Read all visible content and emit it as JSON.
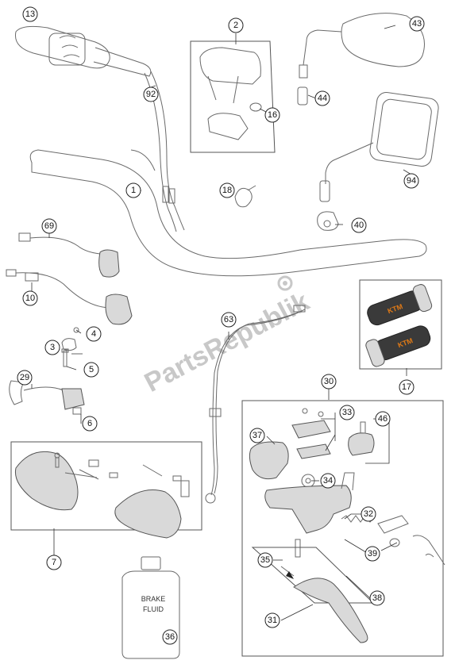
{
  "callouts": {
    "c1": "1",
    "c2": "2",
    "c3": "3",
    "c4": "4",
    "c5": "5",
    "c6": "6",
    "c7": "7",
    "c10": "10",
    "c13": "13",
    "c16": "16",
    "c17": "17",
    "c18": "18",
    "c29": "29",
    "c30": "30",
    "c31": "31",
    "c32": "32",
    "c33": "33",
    "c34": "34",
    "c35": "35",
    "c36": "36",
    "c37": "37",
    "c38": "38",
    "c39": "39",
    "c40": "40",
    "c43": "43",
    "c44": "44",
    "c46": "46",
    "c63": "63",
    "c69": "69",
    "c92": "92",
    "c94": "94"
  },
  "watermark": "PartsRepublik",
  "bottle_label": {
    "line1": "BRAKE",
    "line2": "FLUID"
  },
  "grip_logo": "KTM"
}
